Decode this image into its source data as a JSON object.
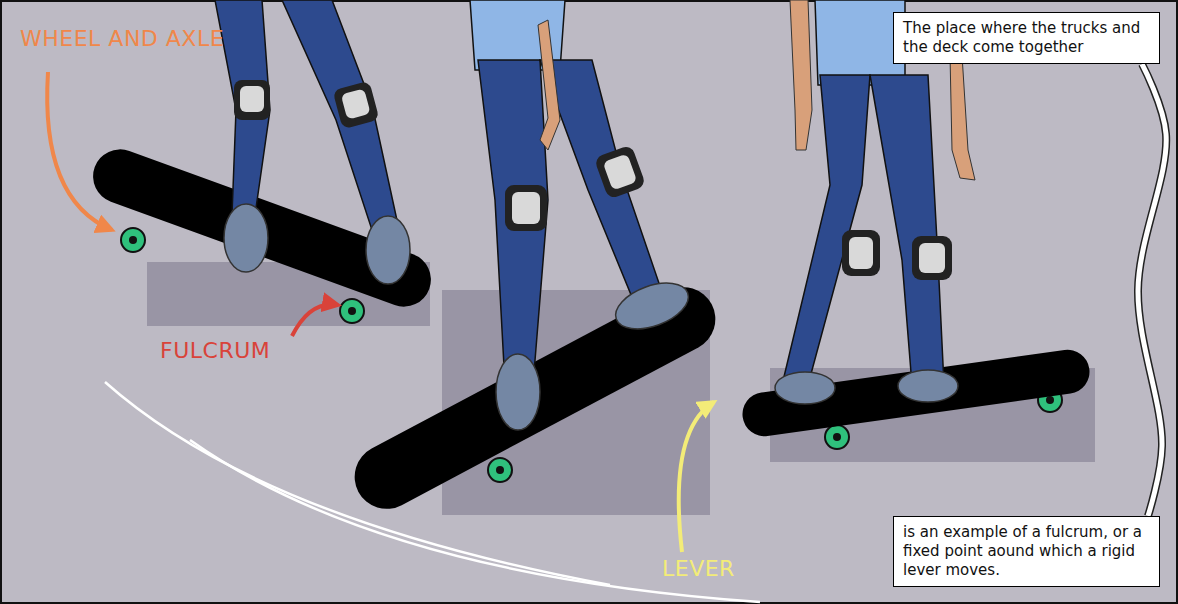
{
  "diagram": {
    "nodes": [
      {
        "text": [
          "The place where the trucks and the deck come together"
        ]
      },
      {
        "text": [
          "is an example of a fulcrum, or a fixed point aound which a rigid lever moves."
        ]
      }
    ],
    "edges": [
      {
        "from": 0,
        "to": 1,
        "arrow": "none"
      }
    ],
    "labels": [
      "WHEEL AND AXLE",
      "FULCRUM",
      "LEVER"
    ]
  }
}
